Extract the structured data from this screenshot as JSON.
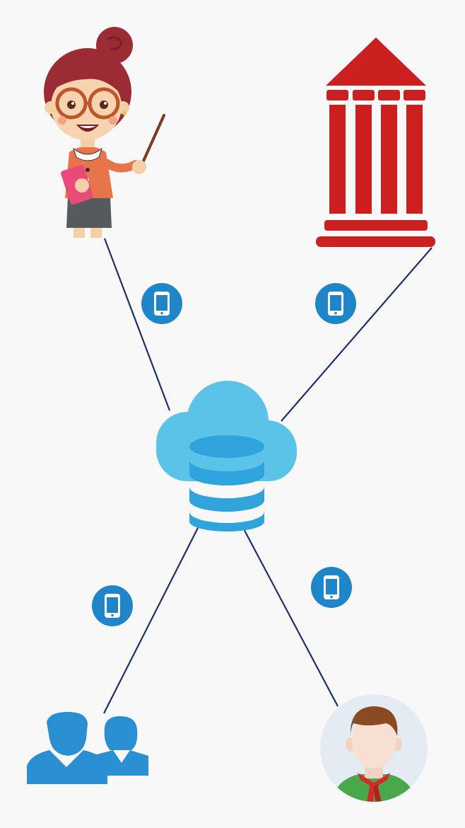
{
  "diagram": {
    "hub": {
      "icon": "cloud-database-icon"
    },
    "nodes": [
      {
        "id": "teacher",
        "icon": "teacher-icon"
      },
      {
        "id": "institution",
        "icon": "institution-building-icon"
      },
      {
        "id": "parents",
        "icon": "parents-group-icon"
      },
      {
        "id": "student",
        "icon": "student-avatar-icon"
      }
    ],
    "link_icon": "mobile-phone-icon",
    "colors": {
      "background": "#f8f8f8",
      "connector": "#1f2f6b",
      "phone_badge": "#1e86c8",
      "cloud": "#5bc3e8",
      "database": "#2fa3dc",
      "building": "#cc1f1f",
      "people": "#2a8ed2",
      "avatar_bg": "#e4ebf3"
    }
  }
}
